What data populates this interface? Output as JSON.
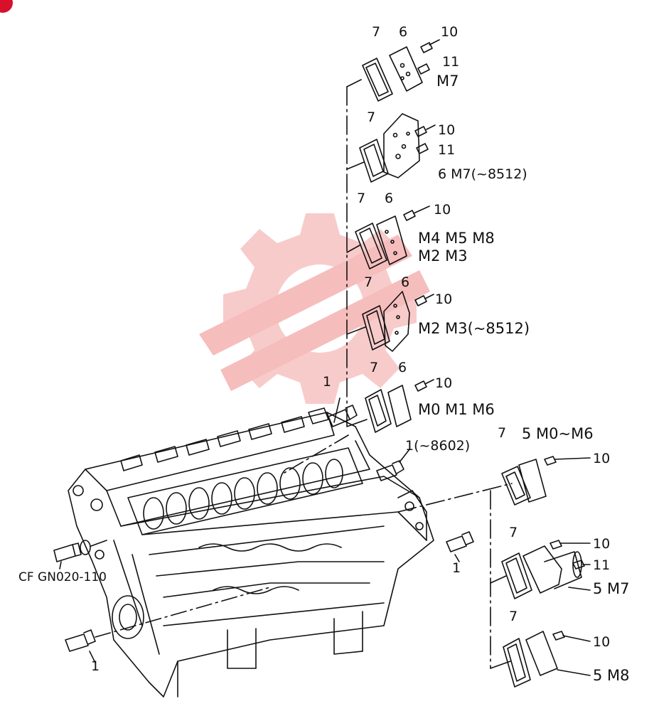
{
  "colors": {
    "line": "#111111",
    "watermark": "#f4a8a8",
    "marker": "#d8102a"
  },
  "icons": {
    "watermark": "gear-watermark-icon",
    "corner": "corner-marker-icon"
  },
  "labels": {
    "g1_7": "7",
    "g1_6": "6",
    "g1_10": "10",
    "g1_11": "11",
    "g1_model": "M7",
    "g2_7": "7",
    "g2_10": "10",
    "g2_11": "11",
    "g2_model": "6 M7(~8512)",
    "g3_7": "7",
    "g3_6": "6",
    "g3_10": "10",
    "g3_model_a": "M4 M5 M8",
    "g3_model_b": "M2 M3",
    "g4_7": "7",
    "g4_6": "6",
    "g4_10": "10",
    "g4_model": "M2 M3(~8512)",
    "g5_7": "7",
    "g5_6": "6",
    "g5_10": "10",
    "g5_model": "M0 M1 M6",
    "plug_top": "1",
    "plug_8602": "1(~8602)",
    "r1_7": "7",
    "r1_5": "5 M0~M6",
    "r1_10": "10",
    "r2_7": "7",
    "r2_10": "10",
    "r2_11": "11",
    "r2_model": "5 M7",
    "r3_7": "7",
    "r3_10": "10",
    "r3_model": "5 M8",
    "plug_right": "1",
    "plug_left_bottom": "1",
    "cf_part": "CF GN020-110"
  }
}
